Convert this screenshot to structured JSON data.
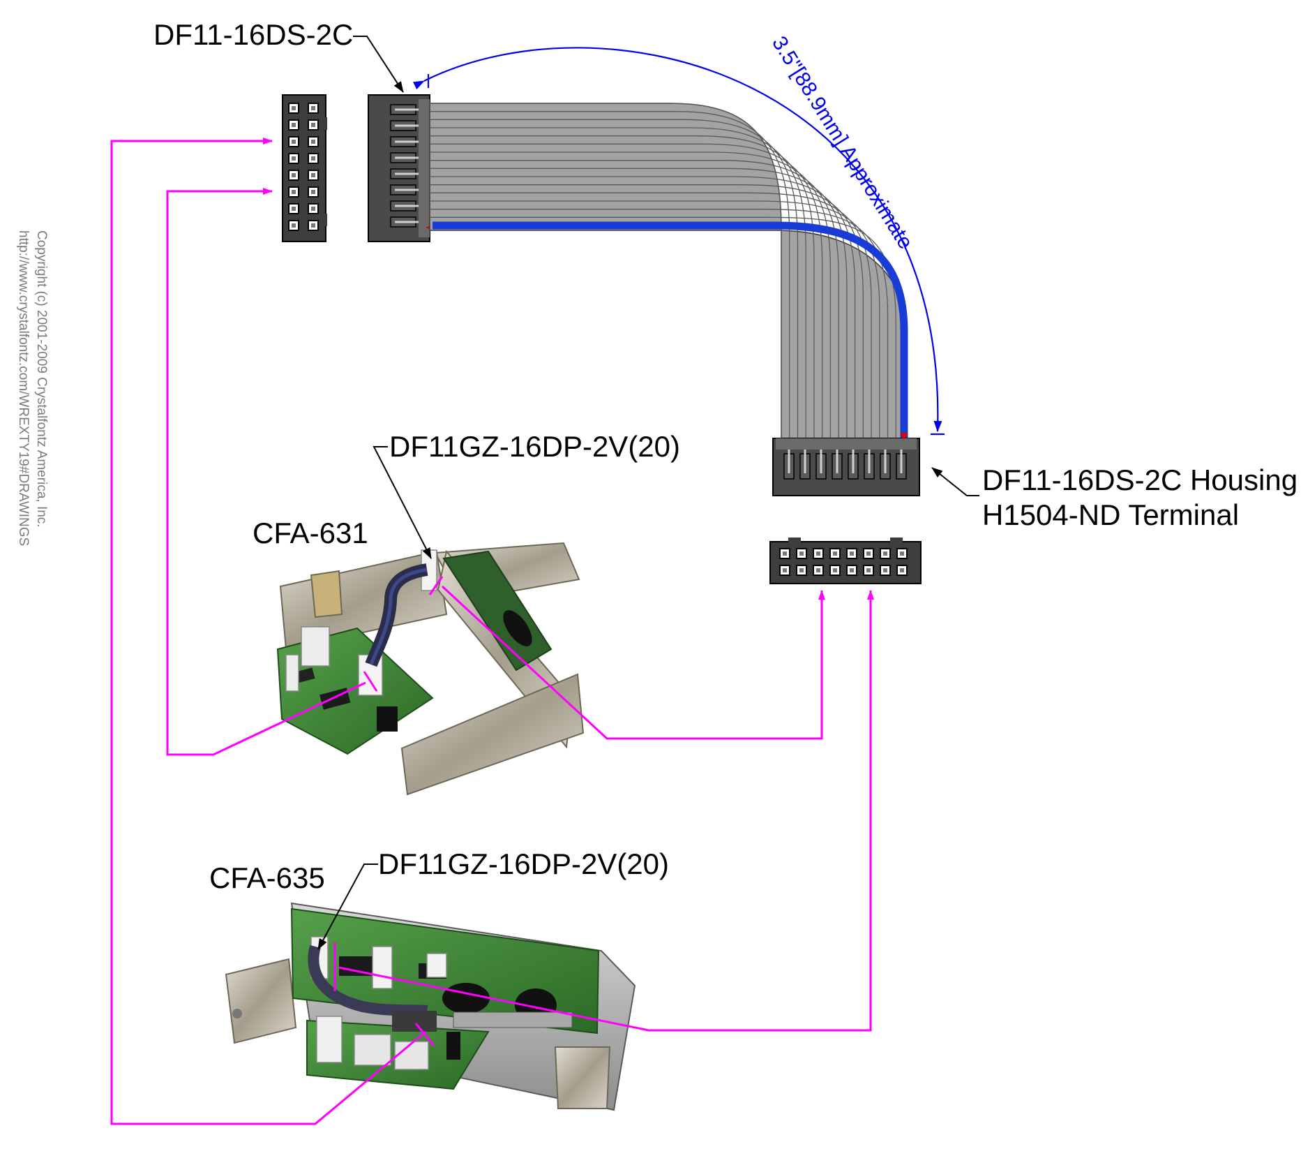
{
  "labels": {
    "top_connector": "DF11-16DS-2C",
    "housing_line1": "DF11-16DS-2C Housing",
    "housing_line2": "H1504-ND Terminal",
    "header_631": "DF11GZ-16DP-2V(20)",
    "board_631": "CFA-631",
    "header_635": "DF11GZ-16DP-2V(20)",
    "board_635": "CFA-635",
    "dimension": "3.5\"[88.9mm] Approximate"
  },
  "copyright": {
    "line1": "Copyright (c) 2001-2009 Crystalfontz America, Inc.",
    "line2": "http://www.crystalfontz.com/WREXTY19#DRAWINGS"
  },
  "colors": {
    "callout": "#ff00ff",
    "dimension": "#0000ee",
    "cable": "#9a9a9a",
    "pin1_wire": "#1a3cd6",
    "connector_body": "#4a4a4a",
    "pcb": "#3f8a36",
    "bracket": "#b9b3a4"
  },
  "icons": {
    "pin1_marker": "red-triangle-icon",
    "callout_arrow": "magenta-arrow-icon"
  }
}
